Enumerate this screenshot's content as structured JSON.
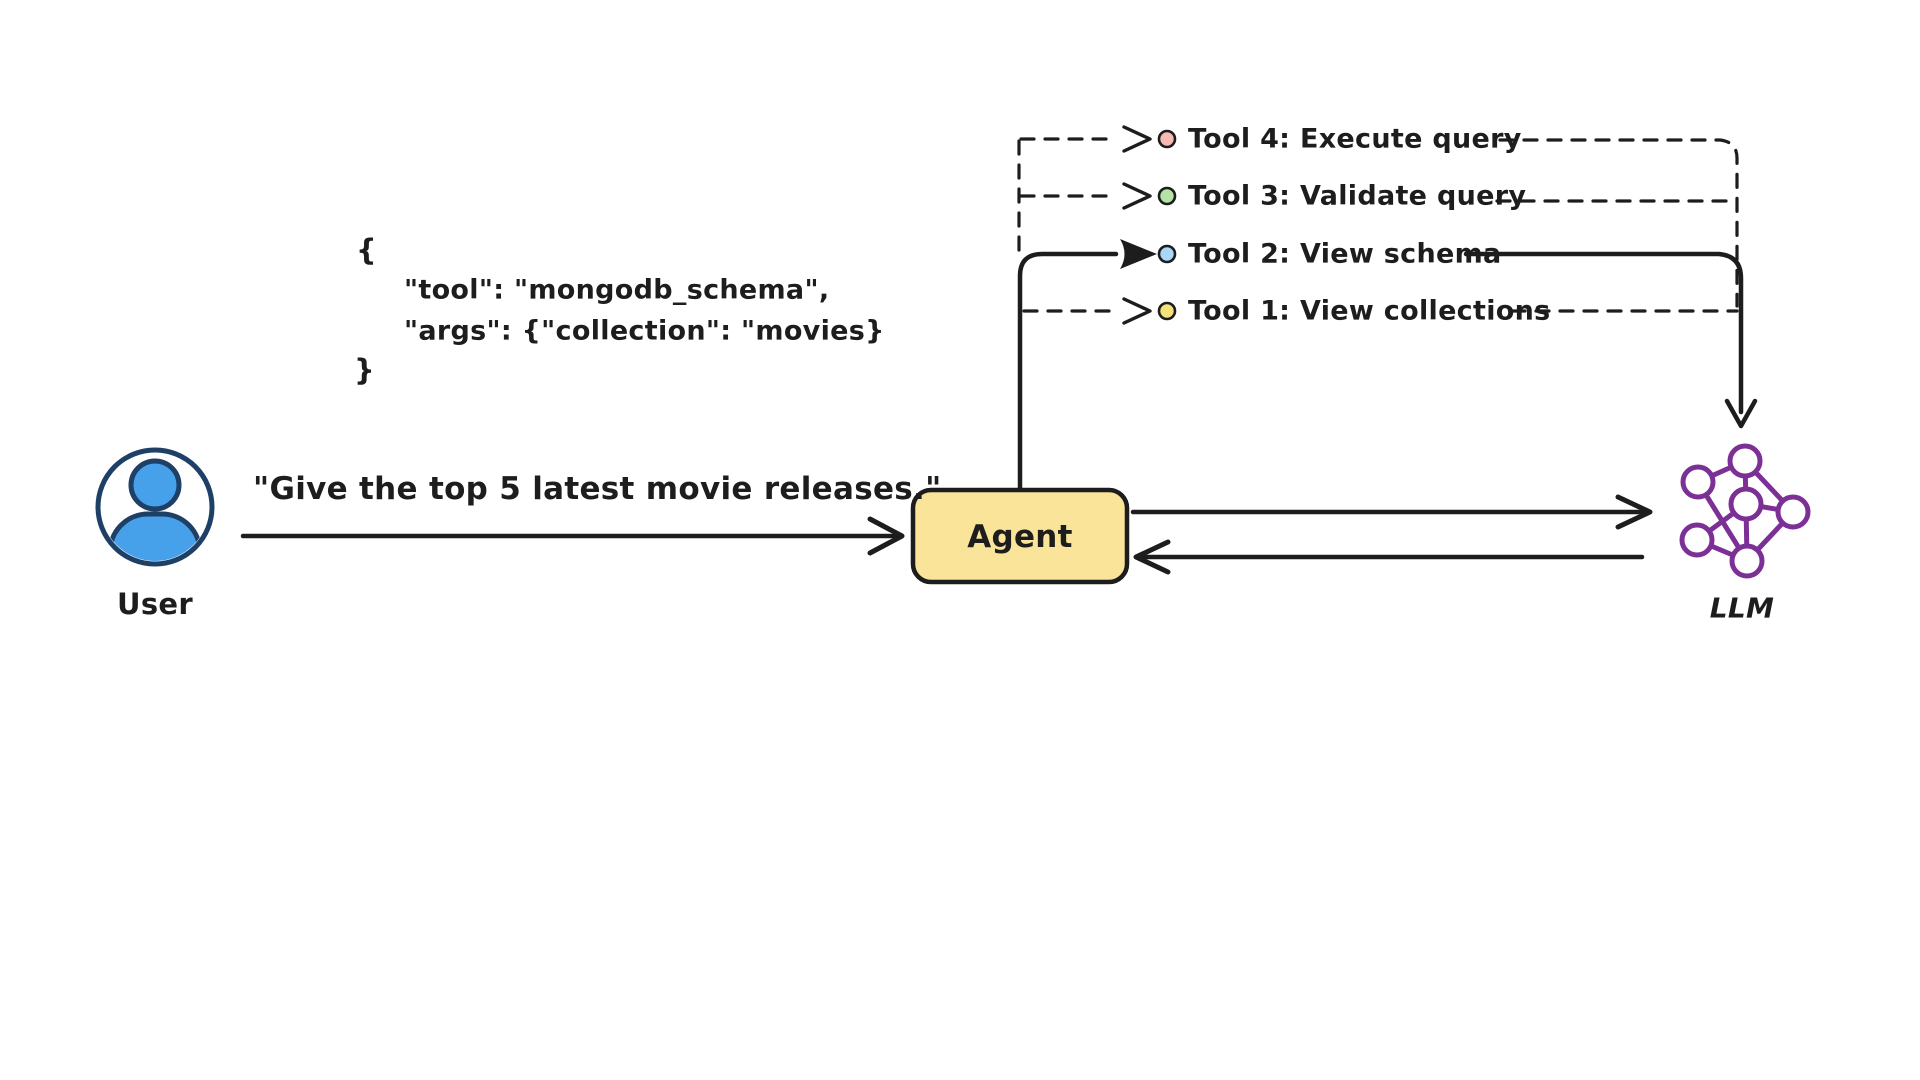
{
  "canvas": {
    "background": "#ffffff",
    "ink": "#1d1d1d"
  },
  "user": {
    "label": "User",
    "message": "\"Give the top 5 latest movie releases.\"",
    "icon_fill": "#47a0ea",
    "icon_stroke": "#1e3f66"
  },
  "code_snippet": {
    "lines": [
      "{",
      "\"tool\": \"mongodb_schema\",",
      "\"args\": {\"collection\": \"movies}",
      "}"
    ]
  },
  "agent": {
    "label": "Agent",
    "box_fill": "#f9e49a"
  },
  "llm": {
    "label": "LLM",
    "icon_color": "#7c3096"
  },
  "tools": [
    {
      "label": "Tool 4: Execute query",
      "dot_color": "#f6b9b4",
      "link_style": "dashed"
    },
    {
      "label": "Tool 3: Validate query",
      "dot_color": "#b5e3a6",
      "link_style": "dashed"
    },
    {
      "label": "Tool 2: View schema",
      "dot_color": "#a9d7f7",
      "link_style": "solid"
    },
    {
      "label": "Tool 1: View collections",
      "dot_color": "#f6e27a",
      "link_style": "dashed"
    }
  ]
}
